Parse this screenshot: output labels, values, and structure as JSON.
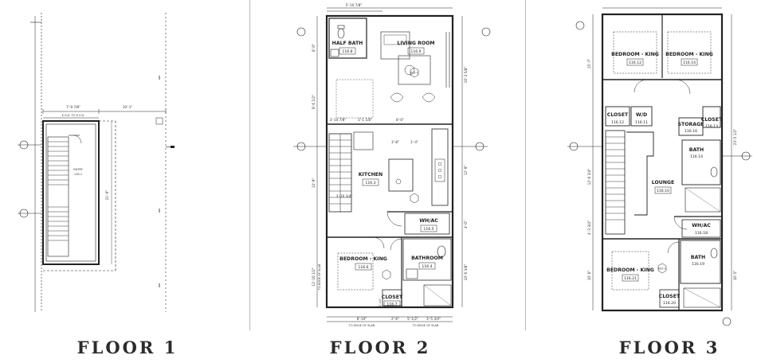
{
  "titles": {
    "floor1": "FLOOR 1",
    "floor2": "FLOOR 2",
    "floor3": "FLOOR 3"
  },
  "floor1": {
    "dims": {
      "top_a": "7'-9 7/8\"",
      "top_b": "10'-1\"",
      "eos": "E.O.S. TO E.O.S.",
      "side": "21'-6\""
    },
    "room": {
      "name": "ENTRY",
      "tag": "116.1"
    }
  },
  "floor2": {
    "rooms": [
      {
        "name": "HALF BATH",
        "tag": "116.8"
      },
      {
        "name": "LIVING ROOM",
        "tag": "116.9"
      },
      {
        "name": "KITCHEN",
        "tag": "116.3"
      },
      {
        "name": "WH/AC",
        "tag": "116.5"
      },
      {
        "name": "BEDROOM - KING",
        "tag": "116.6"
      },
      {
        "name": "BATHROOM",
        "tag": "116.4"
      },
      {
        "name": "CLOSET",
        "tag": "116.7"
      }
    ],
    "dims": {
      "top": "5'-10 7/8\"",
      "left_a": "8'-0\"",
      "left_b": "8'-6 1/2\"",
      "left_c": "14'-9\"",
      "left_d": "12'-10 1/2\"",
      "right_a": "16'-3 5/8\"",
      "right_b": "12'-9\"",
      "right_c": "4'-0\"",
      "right_d": "10'-6 3/8\"",
      "mid_a": "3'-10 7/8\"",
      "mid_b": "3'-1 1/8\"",
      "mid_c": "8'-0\"",
      "k_a": "3'-8\"",
      "k_b": "1'-4\"",
      "k_c": "3'-10 3/4\"",
      "bot_a": "8'-10\"",
      "bot_b": "2'-6\"",
      "bot_c": "5'-1/2\"",
      "bot_d": "3'-5 3/4\"",
      "bot_e": "2'-10\"",
      "slab_a": "TO EDGE OF SLAB",
      "slab_b": "TO EDGE OF SLAB",
      "slab_side": "TO EDGE OF SLAB"
    },
    "keynote": "K02-C"
  },
  "floor3": {
    "rooms": [
      {
        "name": "BEDROOM - KING",
        "tag": "116.12"
      },
      {
        "name": "BEDROOM - KING",
        "tag": "116.14"
      },
      {
        "name": "CLOSET",
        "tag": "116.12"
      },
      {
        "name": "W/D",
        "tag": "116.11"
      },
      {
        "name": "STORAGE",
        "tag": "116.16"
      },
      {
        "name": "CLOSET",
        "tag": "116.13"
      },
      {
        "name": "BATH",
        "tag": "116.14"
      },
      {
        "name": "LOUNGE",
        "tag": "116.10"
      },
      {
        "name": "WH/AC",
        "tag": "116.18"
      },
      {
        "name": "BEDROOM - KING",
        "tag": "116.21"
      },
      {
        "name": "BATH",
        "tag": "116.19"
      },
      {
        "name": "CLOSET",
        "tag": "116.20"
      }
    ],
    "dims": {
      "left_a": "15'-7\"",
      "left_b": "12'-0 3/4\"",
      "left_c": "4'-3 3/4\"",
      "left_d": "10'-0\"",
      "right_a": "23'-5 1/2\"",
      "right_b": "10'-5\""
    },
    "keynote": "K02-C"
  }
}
